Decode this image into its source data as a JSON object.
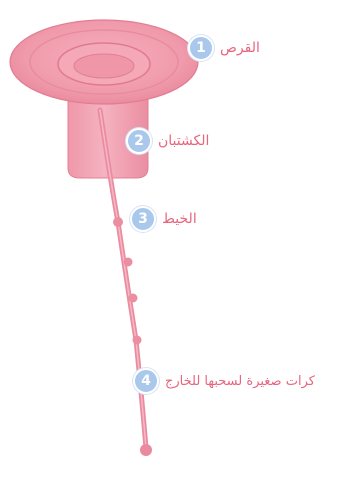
{
  "colors": {
    "device_fill": "#f4a0b1",
    "device_dark": "#e8849a",
    "device_light": "#f8bcc8",
    "badge": "#a9c8ec",
    "label_text": "#e8657e"
  },
  "callouts": [
    {
      "number": "1",
      "label": "القرص"
    },
    {
      "number": "2",
      "label": "الكشتبان"
    },
    {
      "number": "3",
      "label": "الخيط"
    },
    {
      "number": "4",
      "label": "كرات صغيرة لسحبها للخارج"
    }
  ]
}
